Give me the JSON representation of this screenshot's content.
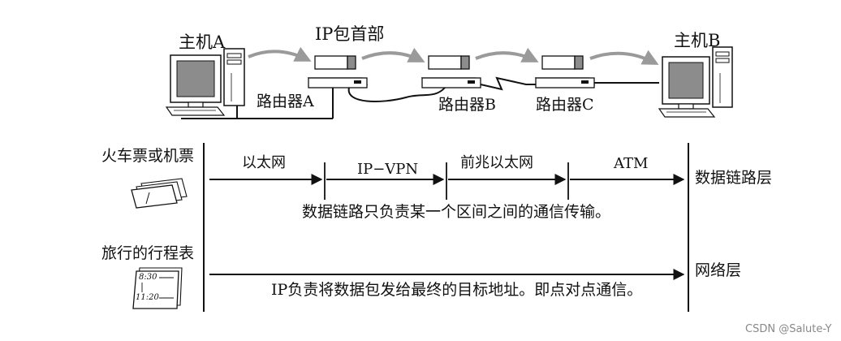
{
  "network": {
    "host_a": "主机A",
    "host_b": "主机B",
    "packet_header": "IP包首部",
    "router_a": "路由器A",
    "router_b": "路由器B",
    "router_c": "路由器C"
  },
  "analogy": {
    "ticket_label": "火车票或机票",
    "itinerary_label": "旅行的行程表",
    "itinerary_times": [
      "8:30",
      "11:20"
    ]
  },
  "datalink": {
    "segments": [
      "以太网",
      "IP−VPN",
      "前兆以太网",
      "ATM"
    ],
    "layer_label": "数据链路层",
    "caption": "数据链路只负责某一个区间之间的通信传输。"
  },
  "network_layer": {
    "layer_label": "网络层",
    "caption": "IP负责将数据包发给最终的目标地址。即点对点通信。"
  },
  "watermark": "CSDN @Salute-Y",
  "colors": {
    "ink": "#111111",
    "arrow_gray": "#9a9a9a",
    "screen_gray": "#8c8c8c"
  }
}
